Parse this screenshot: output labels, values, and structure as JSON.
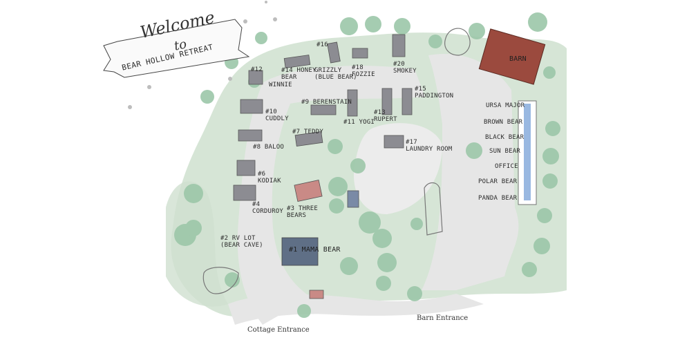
{
  "welcome": {
    "line1": "Welcome",
    "line2": "to",
    "banner": "BEAR HOLLOW RETREAT"
  },
  "sites": {
    "s16": "#16",
    "s12": "#12",
    "s14": "#14 HONEY\nBEAR",
    "winnie": "WINNIE",
    "s20": "#20\nSMOKEY",
    "grizzly": "GRIZZLY\n(BLUE BEAR)",
    "s18": "#18\nFOZZIE",
    "s15": "#15\nPADDINGTON",
    "s9": "#9 BERENSTAIN",
    "s10": "#10\nCUDDLY",
    "s11": "#11 YOGI",
    "s13": "#13\nRUPERT",
    "s7": "#7 TEDDY",
    "s8": "#8 BALOO",
    "s17": "#17\nLAUNDRY ROOM",
    "s6": "#6\nKODIAK",
    "s4": "#4\nCORDUROY",
    "s3": "#3 THREE\nBEARS",
    "s2": "#2 RV LOT\n(BEAR CAVE)",
    "s1": "#1 MAMA BEAR",
    "barn": "BARN"
  },
  "barn_rooms": [
    "URSA MAJOR",
    "BROWN BEAR",
    "BLACK BEAR",
    "SUN BEAR",
    "OFFICE",
    "POLAR BEAR",
    "PANDA BEAR"
  ],
  "entrances": {
    "cottage": "Cottage Entrance",
    "barn": "Barn Entrance"
  },
  "colors": {
    "grass": "#cfe0cf",
    "road": "#e6e6e6",
    "tree": "#9cc7a9",
    "roof": "#8c8c92",
    "barn_roof": "#9b4a3e",
    "three_bears_roof": "#c98a86",
    "mama_roof": "#5f6f86",
    "hall_blue": "#7fa6d9"
  },
  "icons": [
    "bear-icon",
    "paw-print-icon",
    "tree-icon",
    "banner-icon"
  ]
}
